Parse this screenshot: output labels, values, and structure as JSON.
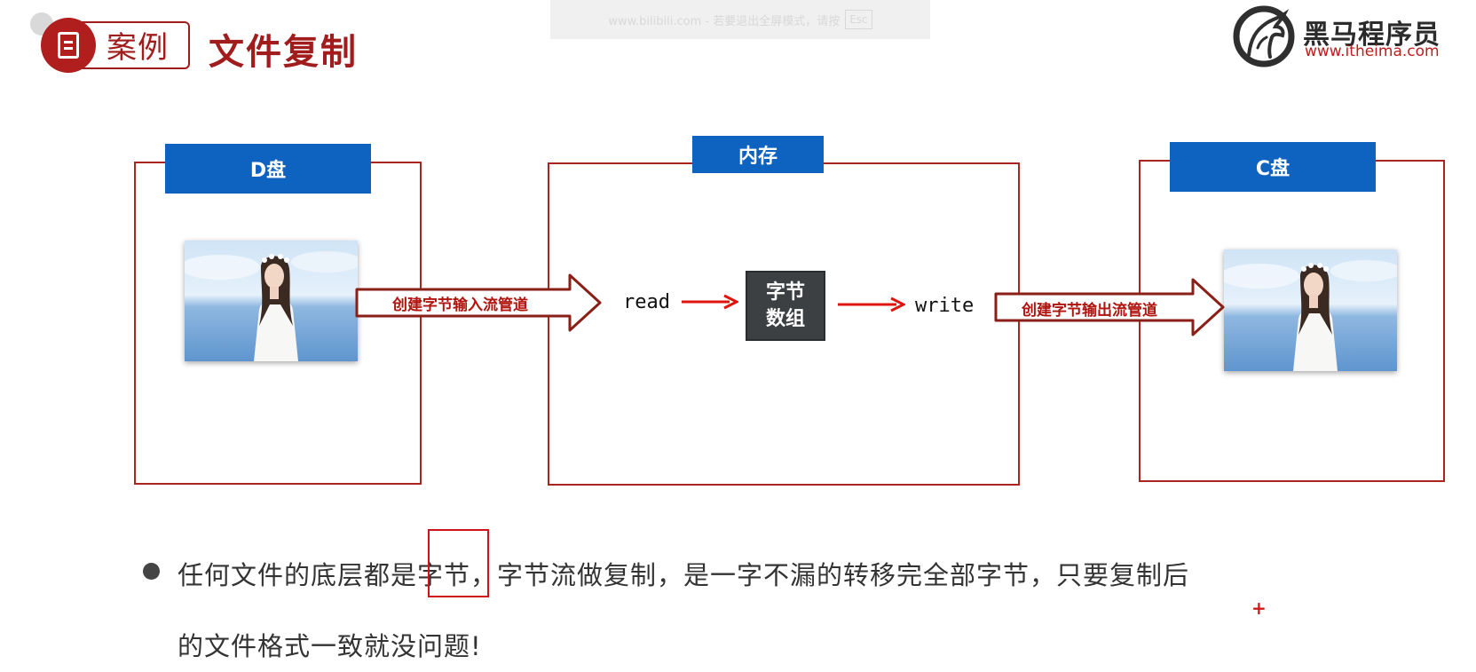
{
  "header": {
    "case_label": "案例",
    "title": "文件复制"
  },
  "overlay": {
    "text": "www.bilibili.com - 若要退出全屏模式，请按",
    "key": "Esc"
  },
  "logo": {
    "name": "黑马程序员",
    "url": "www.itheima.com"
  },
  "diagram": {
    "source_label": "D盘",
    "memory_label": "内存",
    "target_label": "C盘",
    "input_arrow": "创建字节输入流管道",
    "output_arrow": "创建字节输出流管道",
    "read": "read",
    "write": "write",
    "byte_array_line1": "字节",
    "byte_array_line2": "数组"
  },
  "note": {
    "line1": "任何文件的底层都是字节，字节流做复制，是一字不漏的转移完全部字节，只要复制后",
    "line2": "的文件格式一致就没问题!"
  },
  "colors": {
    "brand_red": "#a11d1d",
    "label_blue": "#0f63c0",
    "arrow_red": "#e0140f",
    "byte_box": "#3c4043"
  }
}
